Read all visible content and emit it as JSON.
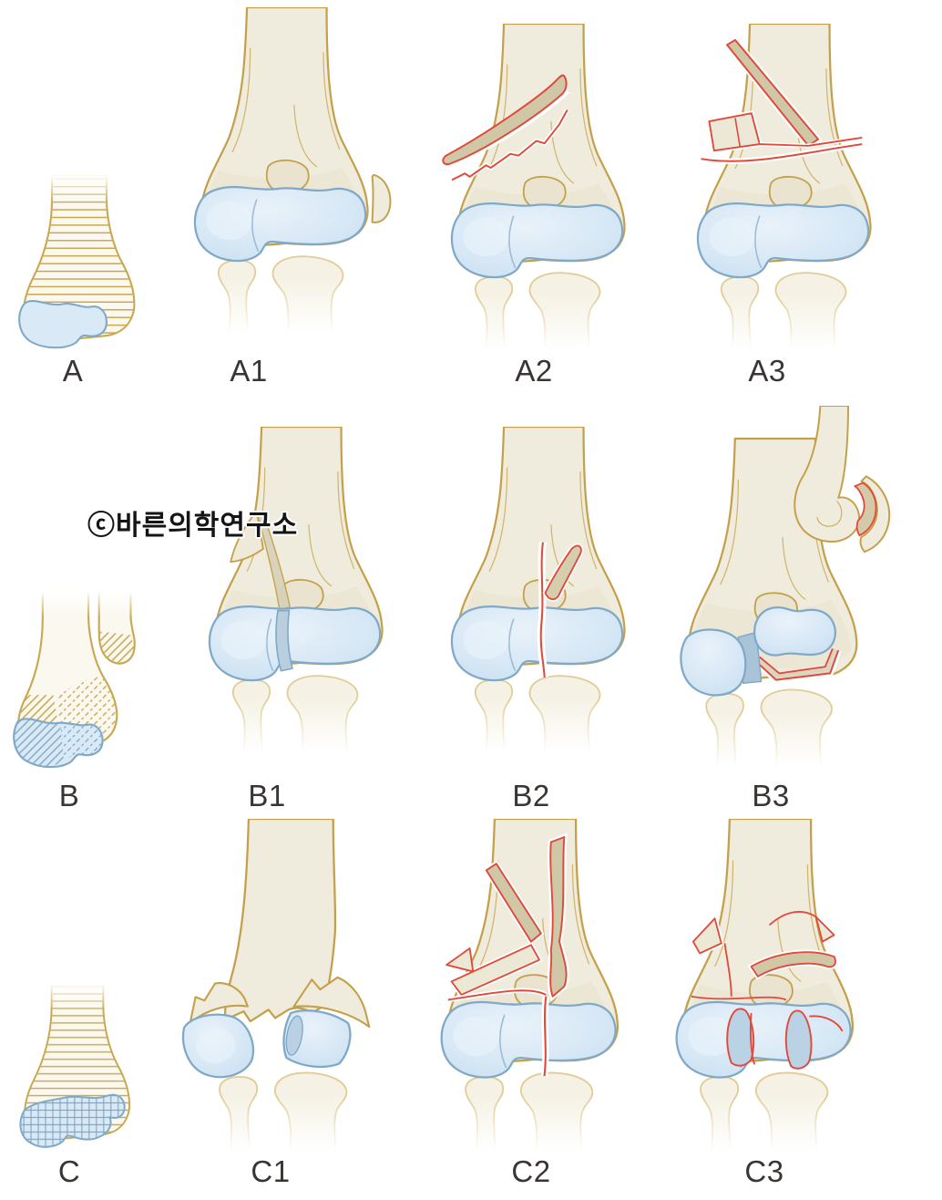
{
  "figure": {
    "watermark": "ⓒ바른의학연구소",
    "rows": [
      {
        "name": "type-a-extra-articular",
        "panels": [
          {
            "label": "A"
          },
          {
            "label": "A1"
          },
          {
            "label": "A2"
          },
          {
            "label": "A3"
          }
        ]
      },
      {
        "name": "type-b-partial-articular",
        "panels": [
          {
            "label": "B"
          },
          {
            "label": "B1"
          },
          {
            "label": "B2"
          },
          {
            "label": "B3"
          }
        ]
      },
      {
        "name": "type-c-complete-articular",
        "panels": [
          {
            "label": "C"
          },
          {
            "label": "C1"
          },
          {
            "label": "C2"
          },
          {
            "label": "C3"
          }
        ]
      }
    ],
    "colors": {
      "background": "#ffffff",
      "bone_fill": "#f0ecdd",
      "bone_outline": "#c4a04b",
      "bone_fragment_shadow": "#cfc7a6",
      "forearm_fill": "#f5f2e5",
      "forearm_outline": "#e0cc96",
      "cartilage_fill": "#cfe3f3",
      "cartilage_outline": "#7fa9c7",
      "cartilage_cut": "#b9cfe0",
      "fracture_line": "#e0493b",
      "label_text": "#3a3433",
      "watermark_text": "#151515"
    }
  }
}
